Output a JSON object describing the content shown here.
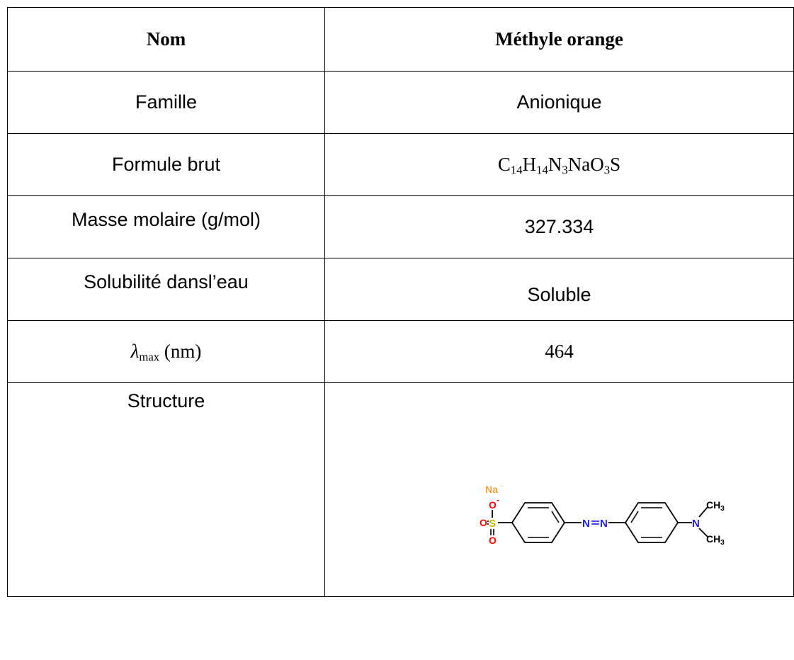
{
  "table": {
    "header": {
      "label": "Nom",
      "value": "Méthyle orange"
    },
    "rows": [
      {
        "label": "Famille",
        "value": "Anionique"
      },
      {
        "label": "Formule brut",
        "formula_parts": [
          "C",
          "14",
          "H",
          "14",
          "N",
          "3",
          "NaO",
          "3",
          "S"
        ]
      },
      {
        "label": "Masse molaire (g/mol)",
        "value": "327.334"
      },
      {
        "label": "Solubilité dansl’eau",
        "value": "Soluble"
      },
      {
        "label_symbol": "λ",
        "label_sub": "max",
        "label_unit": " (nm)",
        "value": "464"
      },
      {
        "label": "Structure"
      }
    ]
  },
  "structure": {
    "atoms": {
      "na": "Na",
      "charge_plus": "+",
      "charge_minus": "-",
      "o_top": "O",
      "o_left": "O",
      "o_bottom": "O",
      "s": "S",
      "n1": "N",
      "n2": "N",
      "n3": "N",
      "ch3_top": "CH",
      "ch3_top_sub": "3",
      "ch3_bottom": "CH",
      "ch3_bottom_sub": "3"
    },
    "colors": {
      "bond": "#000000",
      "oxygen": "#ff0000",
      "sulfur": "#c8b400",
      "nitrogen": "#1a1aff",
      "sodium": "#f4a040"
    }
  }
}
